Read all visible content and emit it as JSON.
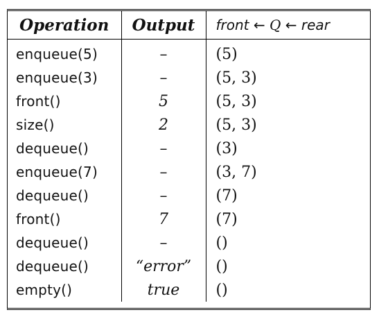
{
  "table": {
    "headers": {
      "operation": "Operation",
      "output": "Output",
      "queue_front": "front",
      "arrow1": "←",
      "queue_q": "Q",
      "arrow2": "←",
      "queue_rear": "rear"
    },
    "rows": [
      {
        "operation": "enqueue(5)",
        "output": "–",
        "queue": "(5)"
      },
      {
        "operation": "enqueue(3)",
        "output": "–",
        "queue": "(5, 3)"
      },
      {
        "operation": "front()",
        "output": "5",
        "queue": "(5, 3)"
      },
      {
        "operation": "size()",
        "output": "2",
        "queue": "(5, 3)"
      },
      {
        "operation": "dequeue()",
        "output": "–",
        "queue": "(3)"
      },
      {
        "operation": "enqueue(7)",
        "output": "–",
        "queue": "(3, 7)"
      },
      {
        "operation": "dequeue()",
        "output": "–",
        "queue": "(7)"
      },
      {
        "operation": "front()",
        "output": "7",
        "queue": "(7)"
      },
      {
        "operation": "dequeue()",
        "output": "–",
        "queue": "()"
      },
      {
        "operation": "dequeue()",
        "output": "“error”",
        "queue": "()"
      },
      {
        "operation": "empty()",
        "output": "true",
        "queue": "()"
      }
    ]
  }
}
